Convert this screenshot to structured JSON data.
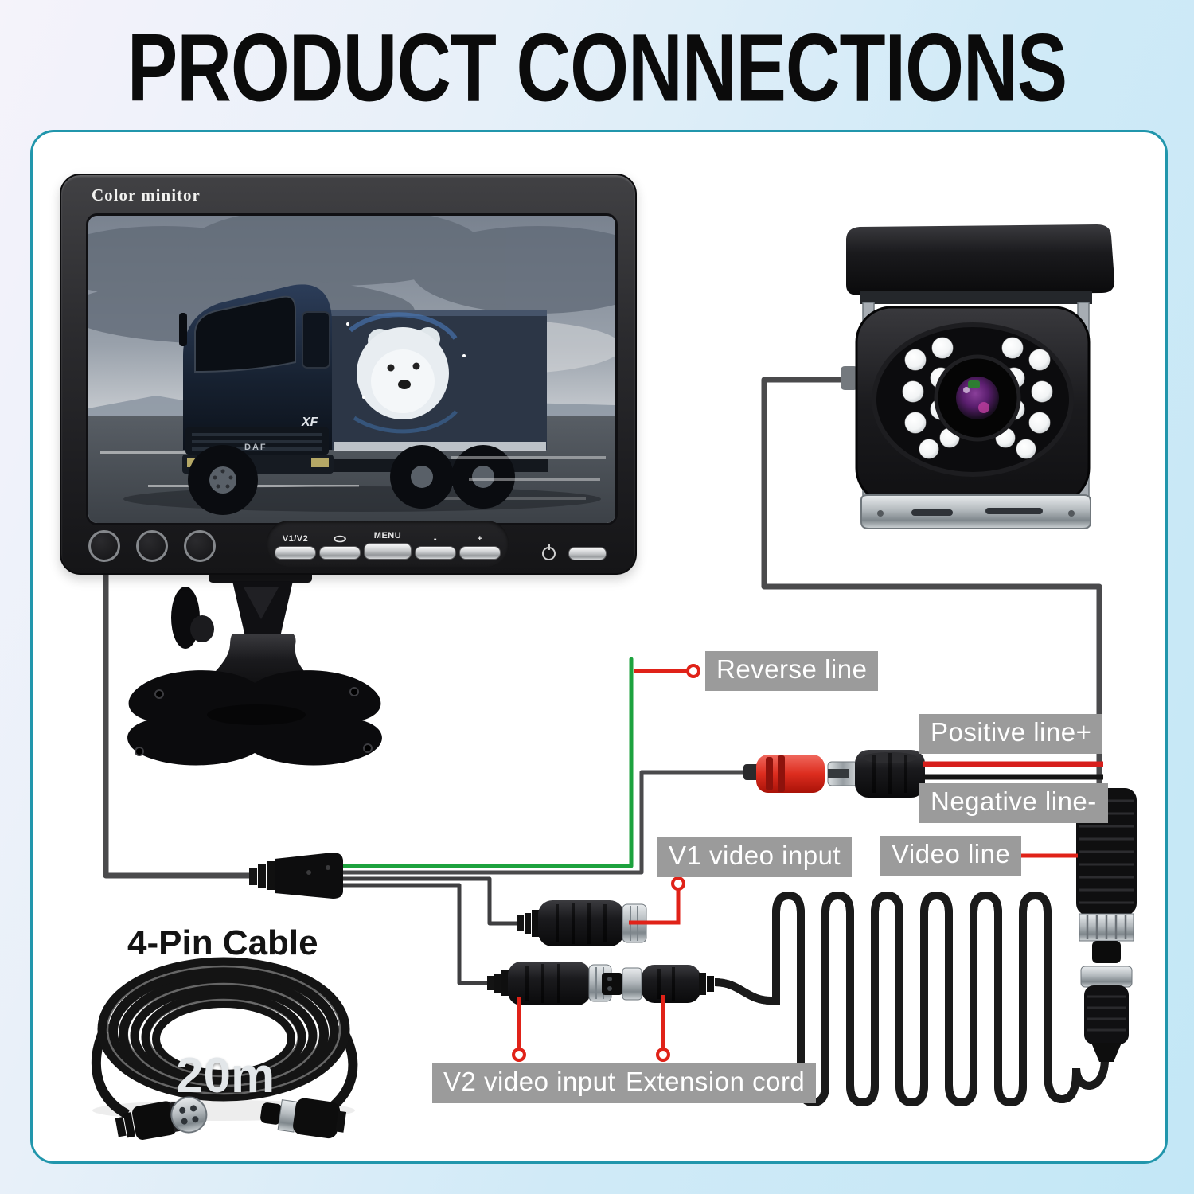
{
  "title": "PRODUCT CONNECTIONS",
  "monitor": {
    "brand_label": "Color minitor",
    "buttons": [
      {
        "label": "V1/V2"
      },
      {
        "icon": "cycle-icon"
      },
      {
        "label": "MENU"
      },
      {
        "label": "-"
      },
      {
        "label": "+"
      }
    ],
    "screen": {
      "truck_model": "XF",
      "truck_brand": "DAF"
    }
  },
  "labels": {
    "reverse_line": "Reverse line",
    "positive_line": "Positive line+",
    "negative_line": "Negative line-",
    "video_line": "Video line",
    "v1_video_input": "V1 video input",
    "v2_video_input": "V2 video input",
    "extension_cord": "Extension cord"
  },
  "cable_kit": {
    "title": "4-Pin Cable",
    "length_marking": "20m"
  },
  "colors": {
    "background_left": "#f5f3fa",
    "background_right": "#c3e7f6",
    "panel_border": "#2196ac",
    "label_bg": "#9b9b9b",
    "label_text": "#ffffff",
    "pointer_red": "#e02218",
    "reverse_wire_green": "#1da23e",
    "positive_wire_red": "#d71f1c",
    "negative_wire_black": "#141414",
    "wire_gray": "#4a4a4c"
  }
}
